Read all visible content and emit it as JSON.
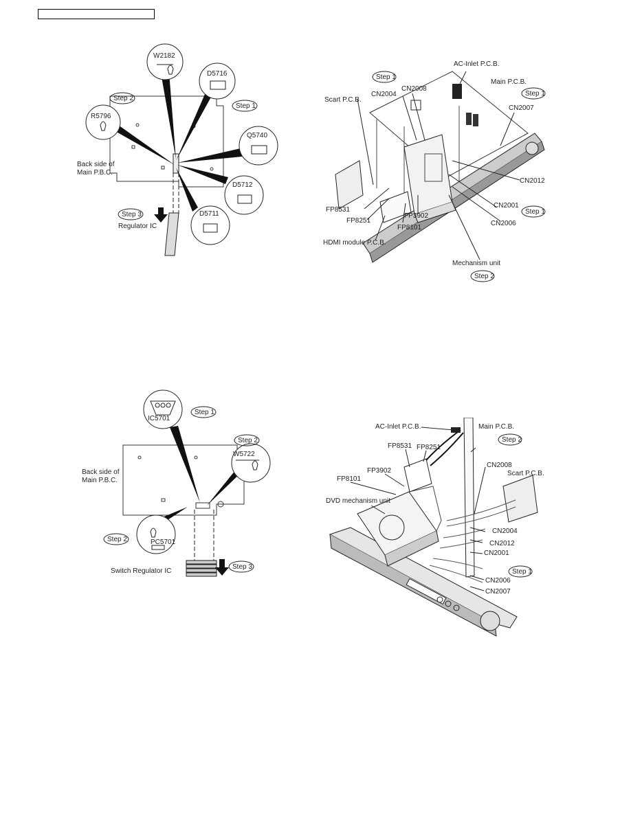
{
  "header": {
    "box_text": ""
  },
  "fig1": {
    "step1": "Step 1",
    "step2": "Step 2",
    "step3": "Step 3",
    "w2182": "W2182",
    "d5716": "D5716",
    "q5740": "Q5740",
    "d5712": "D5712",
    "d5711": "D5711",
    "r5796": "R5796",
    "back_side_1": "Back side of",
    "back_side_2": "Main P.B.C.",
    "regulator_ic": "Regulator IC"
  },
  "fig2": {
    "step1a": "Step 1",
    "step1b": "Step 1",
    "step1c": "Step 1",
    "step2": "Step 2",
    "ac_inlet": "AC-Inlet P.C.B.",
    "main_pcb": "Main P.C.B.",
    "scart_pcb": "Scart P.C.B.",
    "cn2004": "CN2004",
    "cn2008": "CN2008",
    "cn2007": "CN2007",
    "cn2012": "CN2012",
    "cn2001": "CN2001",
    "cn2006": "CN2006",
    "fp8531": "FP8531",
    "fp8251": "FP8251",
    "fp8101": "FP8101",
    "fp3902": "FP3902",
    "hdmi_pcb": "HDMI module P.C.B.",
    "mechanism_unit": "Mechanism unit"
  },
  "fig3": {
    "step1": "Step 1",
    "step2a": "Step 2",
    "step2b": "Step 2",
    "step3": "Step 3",
    "ic5701": "IC5701",
    "w5722": "W5722",
    "pc5701": "PC5701",
    "back_side_1": "Back side of",
    "back_side_2": "Main P.B.C.",
    "switch_regulator_ic": "Switch Regulator IC"
  },
  "fig4": {
    "step1": "Step 1",
    "step2": "Step 2",
    "ac_inlet": "AC-Inlet P.C.B.",
    "main_pcb": "Main P.C.B.",
    "fp8531": "FP8531",
    "fp8251": "FP8251",
    "fp3902": "FP3902",
    "fp8101": "FP8101",
    "cn2008": "CN2008",
    "scart_pcb": "Scart P.C.B.",
    "dvd_mech": "DVD mechanism unit",
    "cn2004": "CN2004",
    "cn2012": "CN2012",
    "cn2001": "CN2001",
    "cn2006": "CN2006",
    "cn2007": "CN2007"
  }
}
